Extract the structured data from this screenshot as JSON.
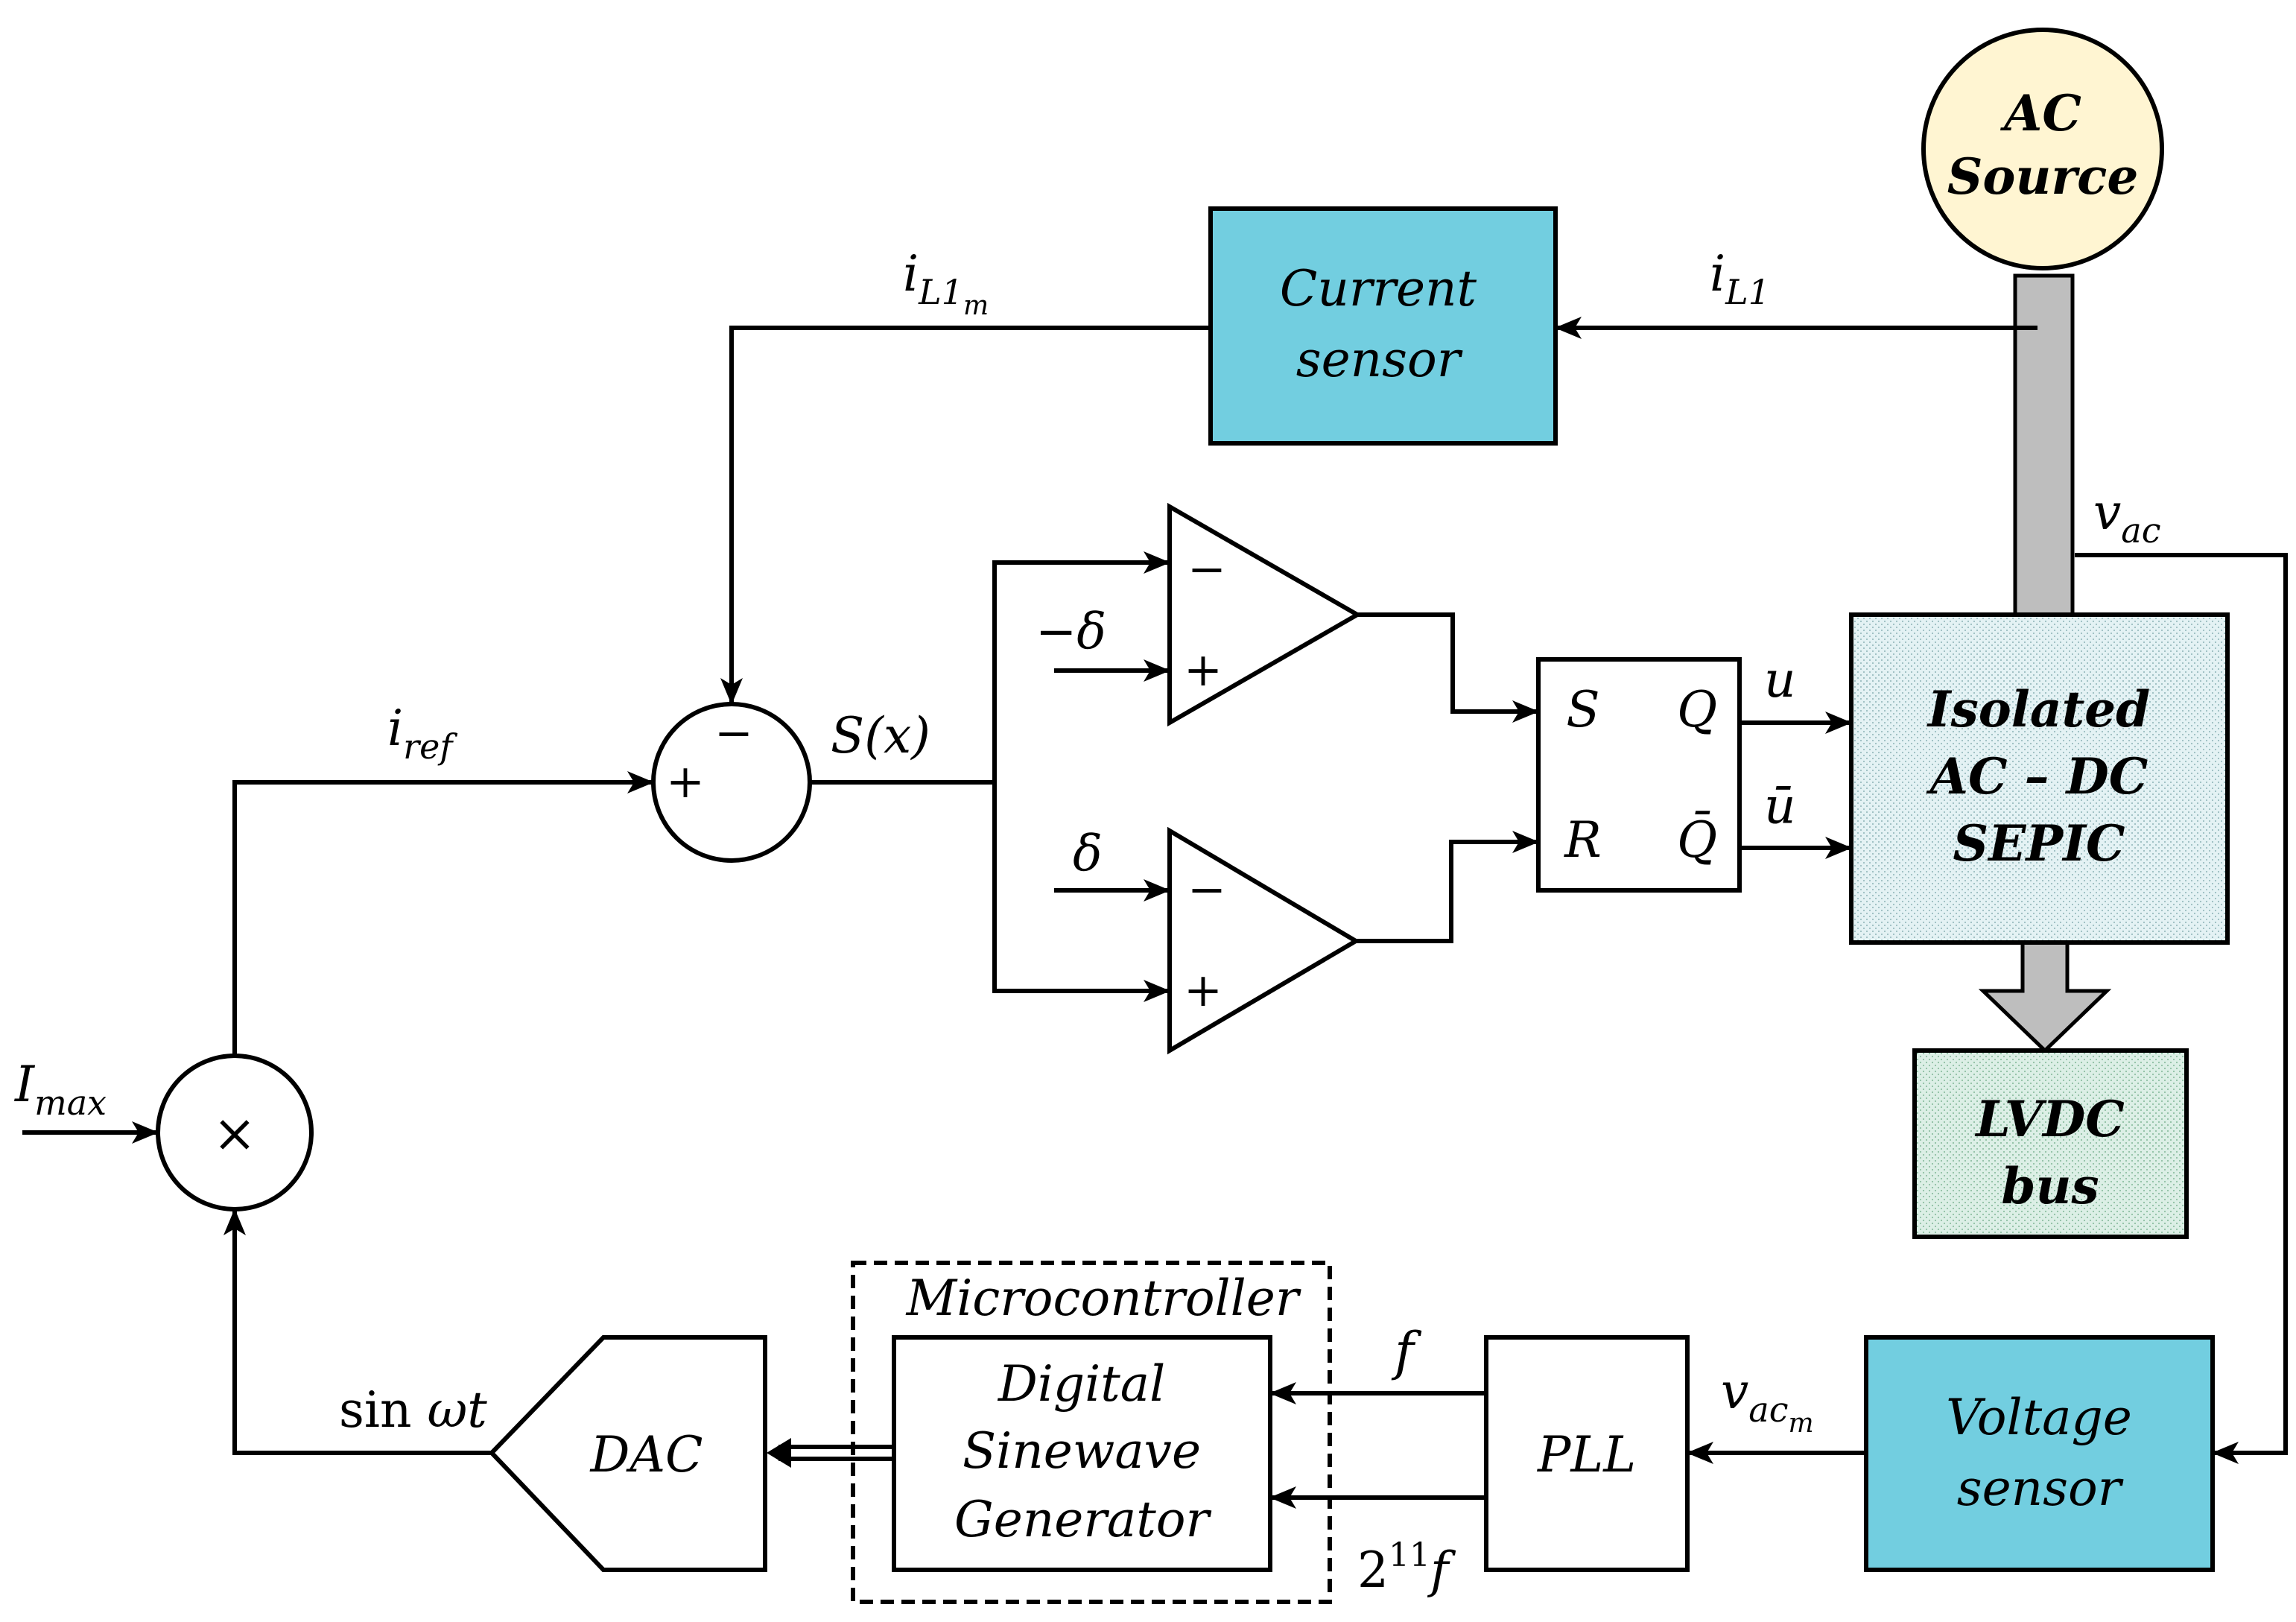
{
  "blocks": {
    "ac_source": [
      "AC",
      "Source"
    ],
    "current_sensor": [
      "Current",
      "sensor"
    ],
    "sepic": [
      "Isolated",
      "AC – DC",
      "SEPIC"
    ],
    "lvdc_bus": [
      "LVDC",
      "bus"
    ],
    "voltage_sensor": [
      "Voltage",
      "sensor"
    ],
    "pll": "PLL",
    "microcontroller": "Microcontroller",
    "sinewave_gen": [
      "Digital",
      "Sinewave",
      "Generator"
    ],
    "dac": "DAC",
    "sr_latch": {
      "s": "S",
      "r": "R",
      "q": "Q",
      "qbar": "Q̄"
    },
    "multiplier": "×"
  },
  "signals": {
    "i_l1m": {
      "base": "i",
      "sub": "L1",
      "subsub": "m"
    },
    "i_l1": {
      "base": "i",
      "sub": "L1"
    },
    "v_ac": {
      "base": "v",
      "sub": "ac"
    },
    "i_ref": {
      "base": "i",
      "sub": "ref"
    },
    "s_x": "S(x)",
    "i_max": {
      "base": "I",
      "sub": "max"
    },
    "neg_delta": "−δ",
    "delta": "δ",
    "u": "u",
    "u_bar": "ū",
    "f": "f",
    "f2": {
      "base": "2",
      "sup": "11",
      "tail": "f"
    },
    "v_acm": {
      "base": "v",
      "sub": "ac",
      "subsub": "m"
    },
    "sin_wt": {
      "fn": "sin ",
      "arg": "ωt"
    },
    "sum_plus": "+",
    "sum_minus": "−",
    "comp_minus": "−",
    "comp_plus": "+"
  },
  "colors": {
    "sensor_fill": "#72CEE0",
    "sepic_fill": "#E4F2F4",
    "lvdc_fill": "#DCEFE6",
    "ac_source_fill": "#FFF5D2",
    "power_path": "#BEBEBE"
  }
}
